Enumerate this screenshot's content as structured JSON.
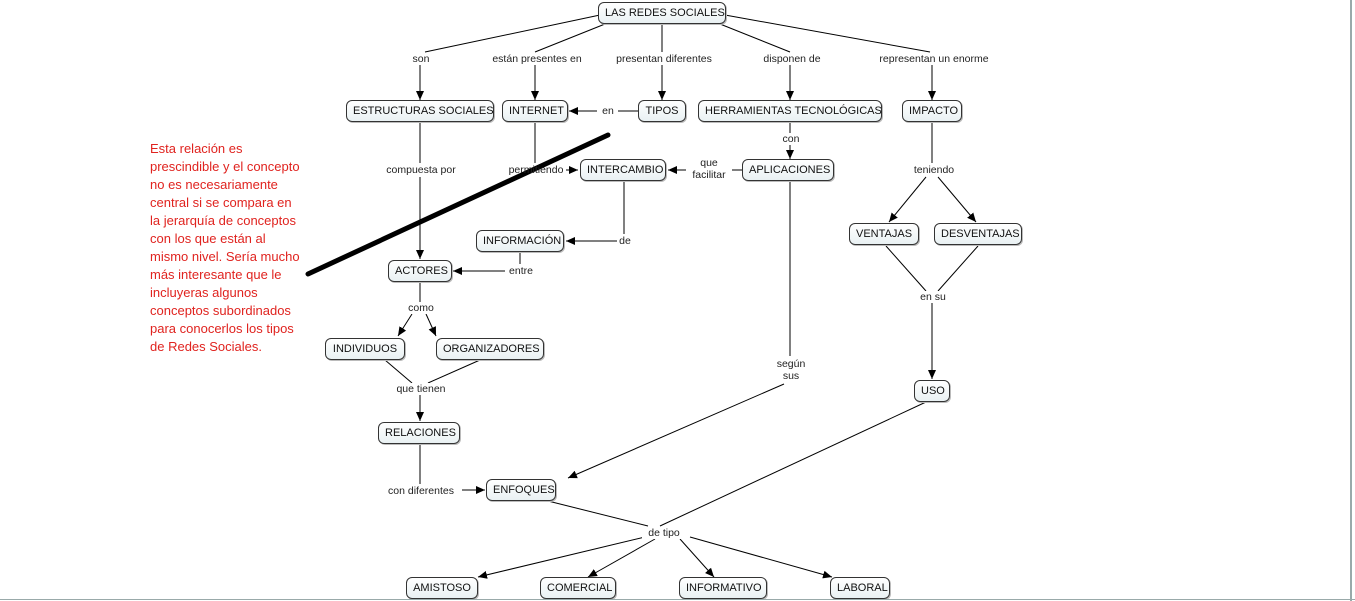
{
  "nodes": {
    "redes": "LAS REDES SOCIALES",
    "estructuras": "ESTRUCTURAS SOCIALES",
    "internet": "INTERNET",
    "tipos": "TIPOS",
    "herramientas": "HERRAMIENTAS TECNOLÓGICAS",
    "impacto": "IMPACTO",
    "intercambio": "INTERCAMBIO",
    "aplicaciones": "APLICACIONES",
    "ventajas": "VENTAJAS",
    "desventajas": "DESVENTAJAS",
    "informacion": "INFORMACIÓN",
    "actores": "ACTORES",
    "individuos": "INDIVIDUOS",
    "organizadores": "ORGANIZADORES",
    "uso": "USO",
    "relaciones": "RELACIONES",
    "enfoques": "ENFOQUES",
    "amistoso": "AMISTOSO",
    "comercial": "COMERCIAL",
    "informativo": "INFORMATIVO",
    "laboral": "LABORAL"
  },
  "links": {
    "son": "son",
    "presentes": "están presentes en",
    "presentan": "presentan diferentes",
    "disponen": "disponen de",
    "representan": "representan un enorme",
    "en": "en",
    "con": "con",
    "compuesta": "compuesta por",
    "permitiendo": "permitiendo",
    "que_facilitar": "que\nfacilitar",
    "teniendo": "teniendo",
    "de": "de",
    "entre": "entre",
    "en_su": "en su",
    "como": "como",
    "que_tienen": "que tienen",
    "segun_sus": "según\nsus",
    "con_diferentes": "con diferentes",
    "de_tipo": "de tipo"
  },
  "note": "Esta relación es prescindible y el concepto no es necesariamente central si se compara en la jerarquía de conceptos con los que están al mismo nivel. Sería mucho más interesante que le incluyeras algunos conceptos subordinados para conocerlos los tipos de Redes Sociales.",
  "colors": {
    "note": "#e0231f",
    "node_fill": "#e9f1f3",
    "line": "#000000"
  }
}
